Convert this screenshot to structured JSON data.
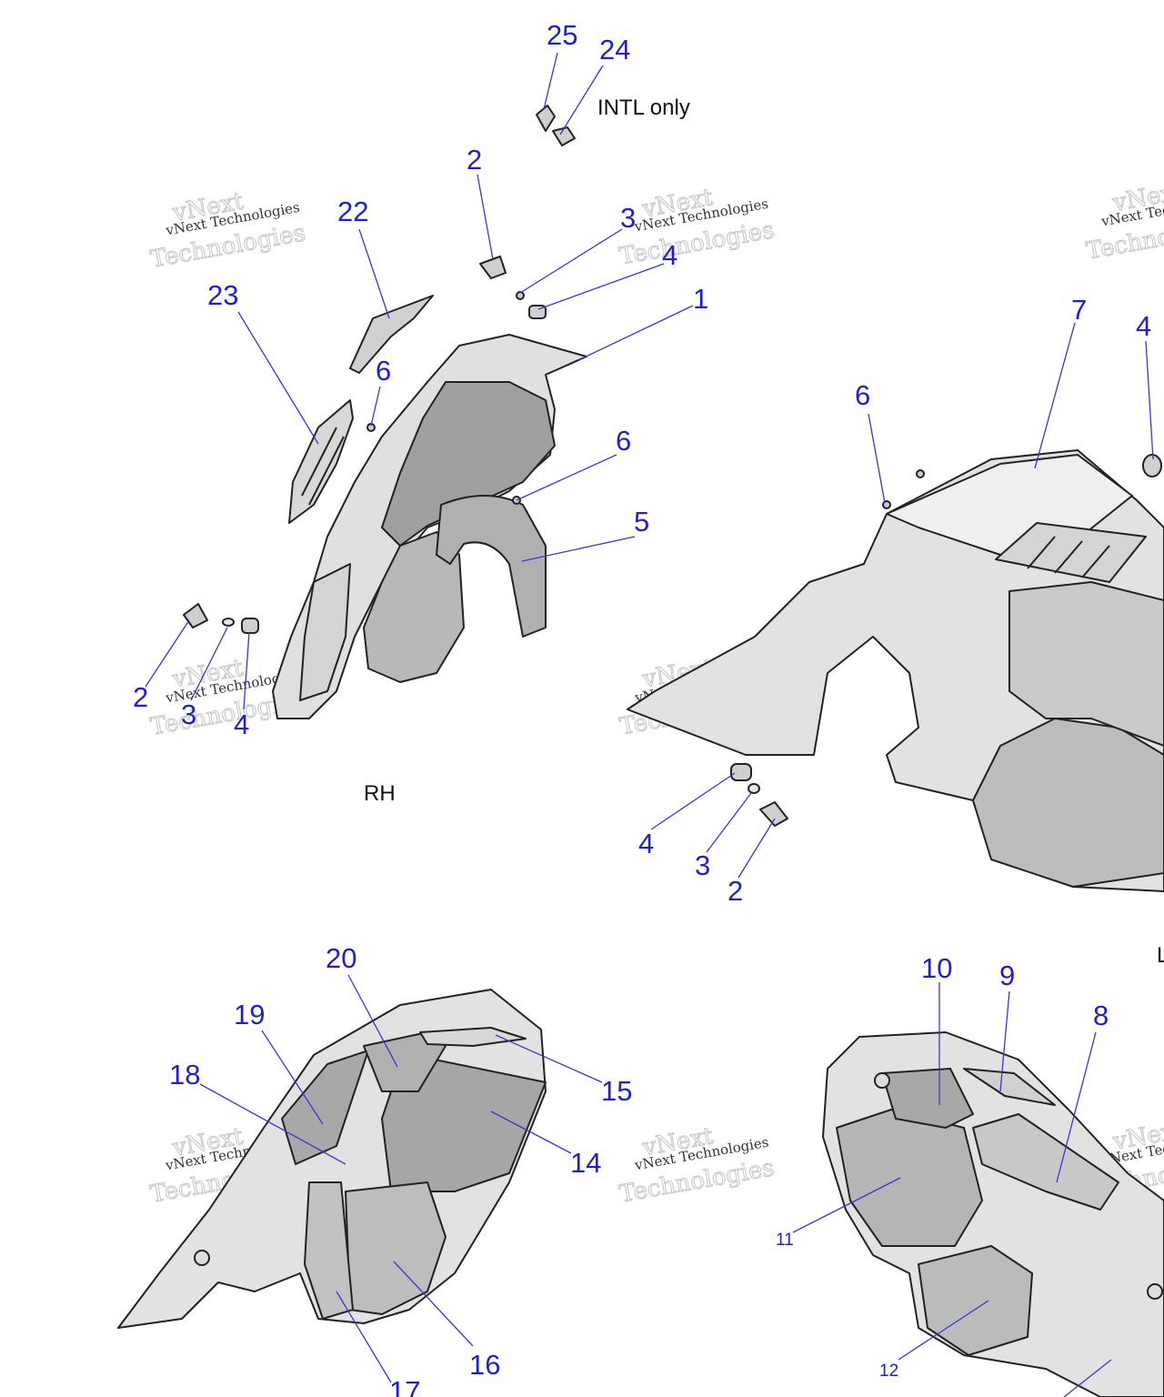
{
  "notes": {
    "intl": "INTL only",
    "rh": "RH",
    "lh_fragment": "L"
  },
  "watermark": {
    "line1": "vNext Technologies",
    "line2": "vNext",
    "line3": "Technologies"
  },
  "colors": {
    "callout": "#1f1fd0",
    "leader": "#3838c8",
    "panel_fill": "#c4c4c4",
    "panel_light": "#e2e2e2",
    "panel_dark": "#9a9a9a"
  },
  "callouts": {
    "c25": "25",
    "c24": "24",
    "c2a": "2",
    "c3a": "3",
    "c4a": "4",
    "c1": "1",
    "c22": "22",
    "c23": "23",
    "c6a": "6",
    "c6b": "6",
    "c5": "5",
    "c2b": "2",
    "c3b": "3",
    "c4b": "4",
    "c7": "7",
    "c4c": "4",
    "c6c": "6",
    "c4d": "4",
    "c3d": "3",
    "c2d": "2",
    "c20": "20",
    "c19": "19",
    "c18": "18",
    "c15": "15",
    "c14": "14",
    "c16": "16",
    "c17": "17",
    "c10": "10",
    "c9": "9",
    "c8": "8",
    "c11": "11",
    "c12": "12"
  }
}
